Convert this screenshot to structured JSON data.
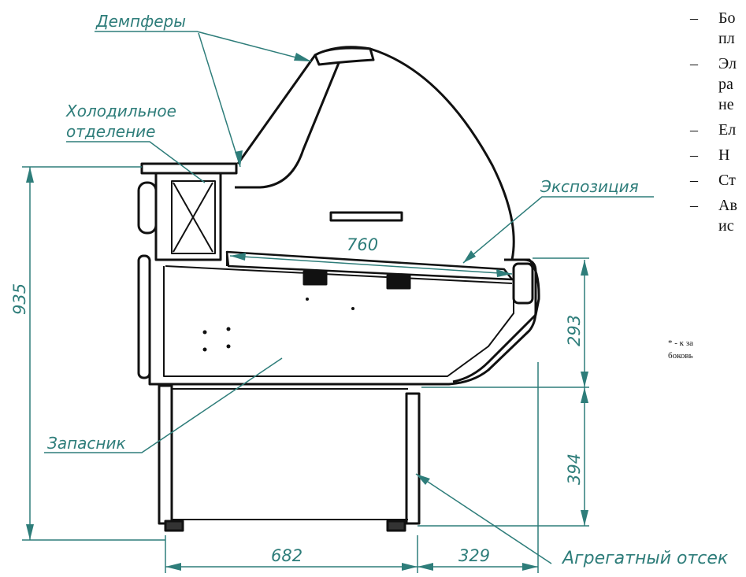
{
  "labels": {
    "dampers": "Демпферы",
    "cold_compartment_line1": "Холодильное",
    "cold_compartment_line2": "отделение",
    "exposition": "Экспозиция",
    "storage": "Запасник",
    "unit_compartment": "Агрегатный отсек"
  },
  "dimensions": {
    "depth_display": "760",
    "total_height": "935",
    "top_section_height": "293",
    "bottom_section_height": "394",
    "base_width": "682",
    "overhang_width": "329"
  },
  "bullets": [
    {
      "dash": "–",
      "text": "Бо"
    },
    {
      "dash": "",
      "text": "пл"
    },
    {
      "dash": "–",
      "text": "Эл"
    },
    {
      "dash": "",
      "text": "ра"
    },
    {
      "dash": "",
      "text": "не"
    },
    {
      "dash": "–",
      "text": "Ел"
    },
    {
      "dash": "–",
      "text": "Н"
    },
    {
      "dash": "–",
      "text": "Ст"
    },
    {
      "dash": "–",
      "text": "Ав"
    },
    {
      "dash": "",
      "text": "ис"
    }
  ],
  "footnote": {
    "line1": "* - к за",
    "line2": "боковь"
  },
  "colors": {
    "dimension": "#2e7d7a",
    "outline": "#111111",
    "background": "#ffffff"
  }
}
